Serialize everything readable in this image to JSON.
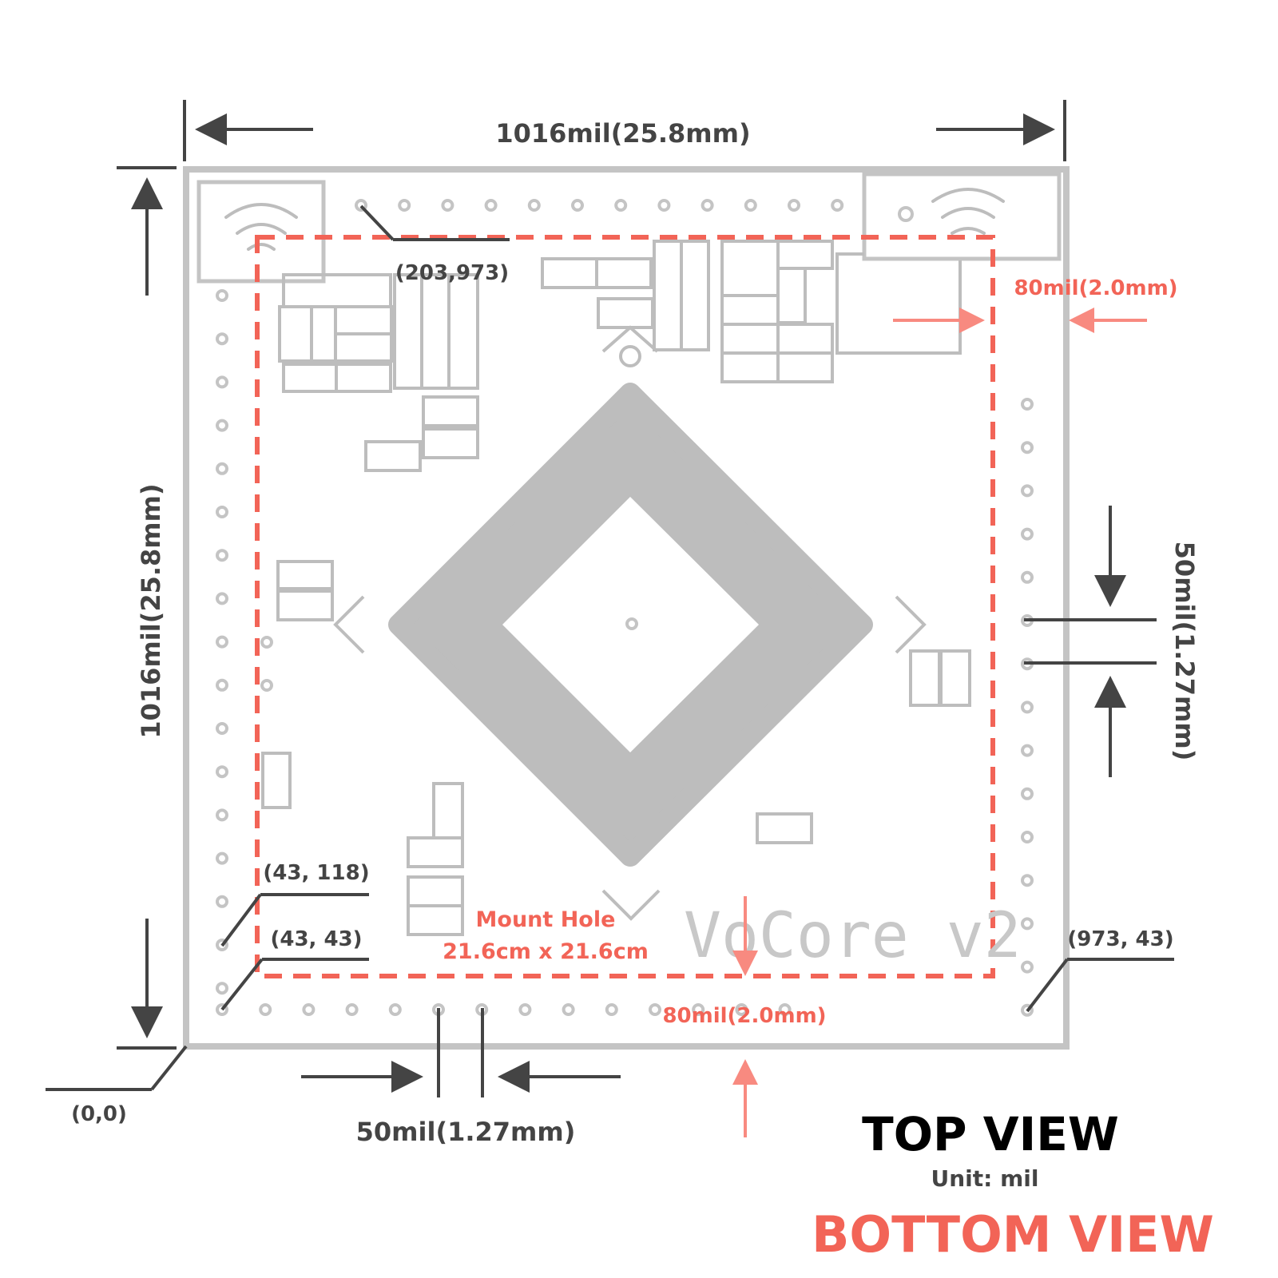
{
  "dimensions": {
    "width_label": "1016mil(25.8mm)",
    "height_label": "1016mil(25.8mm)",
    "pitch_right_label": "50mil(1.27mm)",
    "pitch_bottom_label": "50mil(1.27mm)",
    "margin_right_label": "80mil(2.0mm)",
    "margin_bottom_label": "80mil(2.0mm)"
  },
  "coordinates": {
    "origin": "(0,0)",
    "pad_top_first": "(203,973)",
    "pad_left_upper": "(43, 118)",
    "pad_bottom_left": "(43, 43)",
    "pad_bottom_right": "(973, 43)"
  },
  "mount_hole": {
    "title": "Mount Hole",
    "size": "21.6cm x 21.6cm"
  },
  "board": {
    "brand": "VoCore v2"
  },
  "views": {
    "top": "TOP VIEW",
    "unit": "Unit: mil",
    "bottom": "BOTTOM VIEW"
  },
  "colors": {
    "outline": "#c4c4c4",
    "accent_red": "#f26457",
    "dimension": "#444444"
  }
}
